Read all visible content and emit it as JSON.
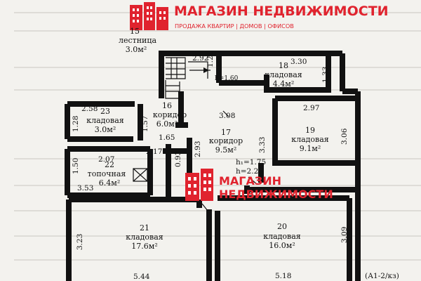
{
  "brand": {
    "name": "МАГАЗИН НЕДВИЖИМОСТИ",
    "name_line1": "МАГАЗИН",
    "name_line2": "НЕДВИЖИМОСТИ",
    "tagline": "ПРОДАЖА КВАРТИР | ДОМОВ | ОФИСОВ",
    "color": "#e0232e"
  },
  "rooms": [
    {
      "num": "15",
      "name": "лестница",
      "area": "3.0м²"
    },
    {
      "num": "16",
      "name": "коридор",
      "area": "6.0м²"
    },
    {
      "num": "17",
      "name": "коридор",
      "area": "9.5м²"
    },
    {
      "num": "18",
      "name": "кладовая",
      "area": "4.4м²"
    },
    {
      "num": "19",
      "name": "кладовая",
      "area": "9.1м²"
    },
    {
      "num": "20",
      "name": "кладовая",
      "area": "16.0м²"
    },
    {
      "num": "21",
      "name": "кладовая",
      "area": "17.6м²"
    },
    {
      "num": "22",
      "name": "топочная",
      "area": "6.4м²"
    },
    {
      "num": "23",
      "name": "кладовая",
      "area": "3.0м²"
    }
  ],
  "heights": {
    "h1": "h₁=1.75",
    "h2": "h=2.25",
    "h_stair": "h=1.60"
  },
  "dimensions": {
    "d_2_92": "2.92",
    "d_1_21": "1.21",
    "d_3_30": "3.30",
    "d_1_33": "1.33",
    "d_2_58": "2.58",
    "d_1_28": "1.28",
    "d_1_57": "1.57",
    "d_3_08": "3.08",
    "d_2_97": "2.97",
    "d_3_33": "3.33",
    "d_3_06": "3.06",
    "d_1_65": "1.65",
    "d_2_17": "2.17",
    "d_2_07": "2.07",
    "d_1_50": "1.50",
    "d_0_93": "0.93",
    "d_2_93": "2.93",
    "d_3_53": "3.53",
    "d_3_23": "3.23",
    "d_3_09": "3.09",
    "d_5_44": "5.44",
    "d_5_18": "5.18"
  },
  "plan_code": "(А1-2/кз)"
}
